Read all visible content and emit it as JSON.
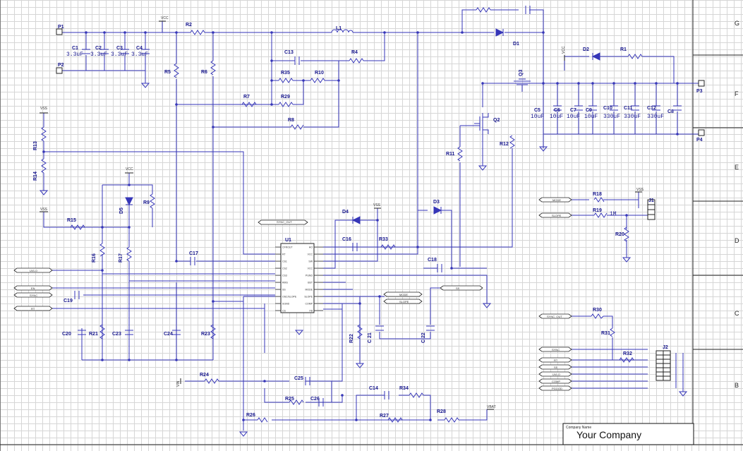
{
  "zones": [
    "G",
    "F",
    "E",
    "D",
    "C",
    "B"
  ],
  "ic": {
    "ref": "U1"
  },
  "ic_left_pins": [
    "CFROUT",
    "RT",
    "CS1",
    "CS2",
    "CS3",
    "RMS",
    "SS",
    "OSC/SLOPE",
    "SGND",
    "CS"
  ],
  "ic_right_pins": [
    "HO",
    "VCC",
    "SW",
    "VCC",
    "PGND",
    "BST",
    "MODE",
    "SLOPE",
    "COMP",
    "FB"
  ],
  "ports": {
    "p1": "P1",
    "p2": "P2",
    "p3": "P3",
    "p4": "P4"
  },
  "resistors": {
    "r1": "R1",
    "r2": "R2",
    "r4": "R4",
    "r5": "R5",
    "r6": "R6",
    "r7": "R7",
    "r8": "R8",
    "r9": "R9",
    "r10": "R10",
    "r11": "R11",
    "r12": "R12",
    "r13": "R13",
    "r14": "R14",
    "r15": "R15",
    "r16": "R16",
    "r17": "R17",
    "r18": "R18",
    "r19": "R19",
    "r20": "R20",
    "r21": "R21",
    "r22": "R22",
    "r23": "R23",
    "r24": "R24",
    "r25": "R25",
    "r26": "R26",
    "r27": "R27",
    "r28": "R28",
    "r29": "R29",
    "r30": "R30",
    "r31": "R31",
    "r32": "R32",
    "r33": "R33",
    "r34": "R34",
    "r35": "R35"
  },
  "caps": {
    "c1": "C1",
    "c2": "C2",
    "c3": "C3",
    "c4": "C4",
    "c5": "C5",
    "c6": "C6",
    "c7": "C7",
    "c8": "C8",
    "c9": "C9",
    "c10": "C10",
    "c11": "C11",
    "c12": "C12",
    "c13": "C13",
    "c14": "C14",
    "c16": "C16",
    "c17": "C17",
    "c18": "C18",
    "c19": "C19",
    "c20": "C20",
    "c21": "C 21",
    "c22": "C 22",
    "c23": "C23",
    "c24": "C24",
    "c25": "C25",
    "c26": "C26"
  },
  "cap_values": {
    "c_in": "3.3uF",
    "c_out_small": "10uF",
    "c_out_bulk": "330uF"
  },
  "r19_value": "1M",
  "others": {
    "l1": "L1",
    "d1": "D1",
    "d2": "D2",
    "d3": "D3",
    "d4": "D4",
    "d5": "D5",
    "q2": "Q2",
    "q3": "Q3",
    "j1": "J1",
    "j2": "J2"
  },
  "power": {
    "vss": "VSS",
    "vcc": "VCC",
    "vbat": "VBAT",
    "vin": "VIN",
    "vcc2": "VCC"
  },
  "nets": {
    "sync_out": "SYNC_OUT",
    "uvlo": "UVLO",
    "en": "EN",
    "sync": "SYNC",
    "rt": "RT",
    "mode": "MODE",
    "slope": "SLOPE",
    "ss": "SS",
    "sync_out2": "SYNC_OUT",
    "sync2": "SYNC",
    "rt2": "RT",
    "ss2": "SS",
    "uvlo2": "UVLO",
    "comp": "COMP",
    "pgood": "PGOOD",
    "mode2": "MODE",
    "slope2": "SLOPE"
  },
  "title_block": {
    "label": "Company Name",
    "company": "Your Company"
  }
}
